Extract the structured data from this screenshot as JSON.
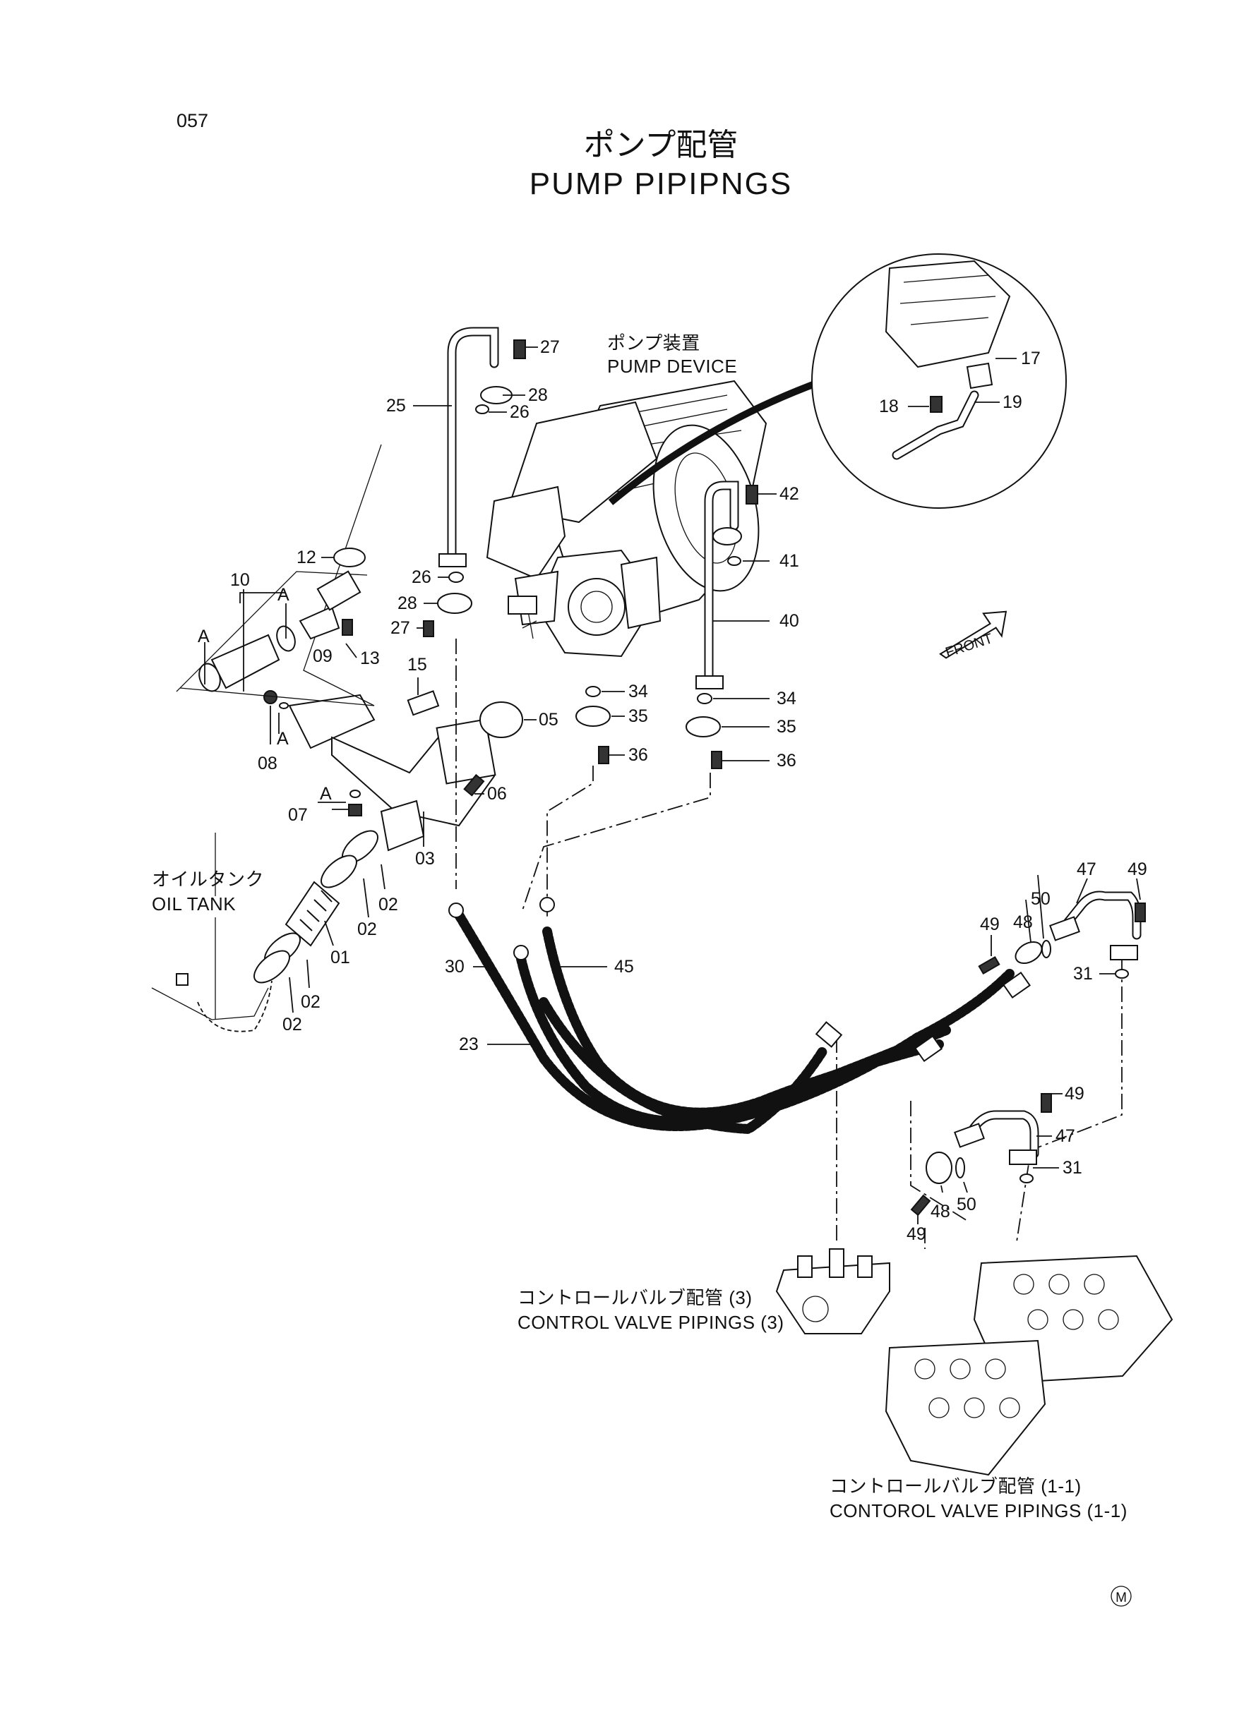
{
  "page_number": "057",
  "title": {
    "japanese": "ポンプ配管",
    "english": "PUMP PIPIPNGS"
  },
  "captions": {
    "pump_device_jp": "ポンプ装置",
    "pump_device_en": "PUMP DEVICE",
    "oil_tank_jp": "オイルタンク",
    "oil_tank_en": "OIL TANK",
    "cv3_jp": "コントロールバルブ配管 (3)",
    "cv3_en": "CONTROL VALVE PIPINGS (3)",
    "cv11_jp": "コントロールバルブ配管 (1-1)",
    "cv11_en": "CONTOROL VALVE PIPINGS (1-1)",
    "front": "FRONT",
    "marker": "M"
  },
  "view_marks": [
    "A",
    "A",
    "A",
    "A"
  ],
  "part_numbers": [
    "27",
    "28",
    "26",
    "25",
    "12",
    "26",
    "28",
    "27",
    "10",
    "09",
    "13",
    "15",
    "05",
    "08",
    "06",
    "07",
    "03",
    "02",
    "02",
    "01",
    "02",
    "02",
    "17",
    "18",
    "19",
    "42",
    "41",
    "40",
    "34",
    "35",
    "36",
    "34",
    "35",
    "36",
    "47",
    "49",
    "50",
    "48",
    "49",
    "31",
    "30",
    "45",
    "23",
    "49",
    "47",
    "31",
    "50",
    "48",
    "49"
  ]
}
